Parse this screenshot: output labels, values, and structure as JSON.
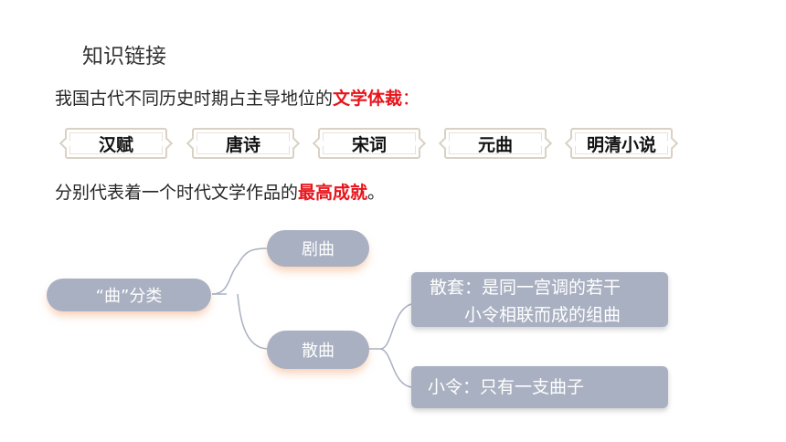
{
  "title": "知识链接",
  "intro": {
    "prefix": "我国古代不同历史时期占主导地位的",
    "highlight": "文学体裁",
    "colon": "："
  },
  "genres": [
    "汉赋",
    "唐诗",
    "宋词",
    "元曲",
    "明清小说"
  ],
  "summary": {
    "prefix": "分别代表着一个时代文学作品的",
    "highlight": "最高成就",
    "suffix": "。"
  },
  "mindmap": {
    "root": "“曲”分类",
    "branch_top": "剧曲",
    "branch_bottom": "散曲",
    "leaf_1": "散套：是同一宫调的若干小令相联而成的组曲",
    "leaf_1_line1": "散套：是同一宫调的若干",
    "leaf_1_line2": "小令相联而成的组曲",
    "leaf_2": "小令：只有一支曲子"
  },
  "colors": {
    "highlight": "#e8141b",
    "node": "#a9b0c1",
    "line": "#a9b0c1",
    "glow": "#f0a06e"
  }
}
